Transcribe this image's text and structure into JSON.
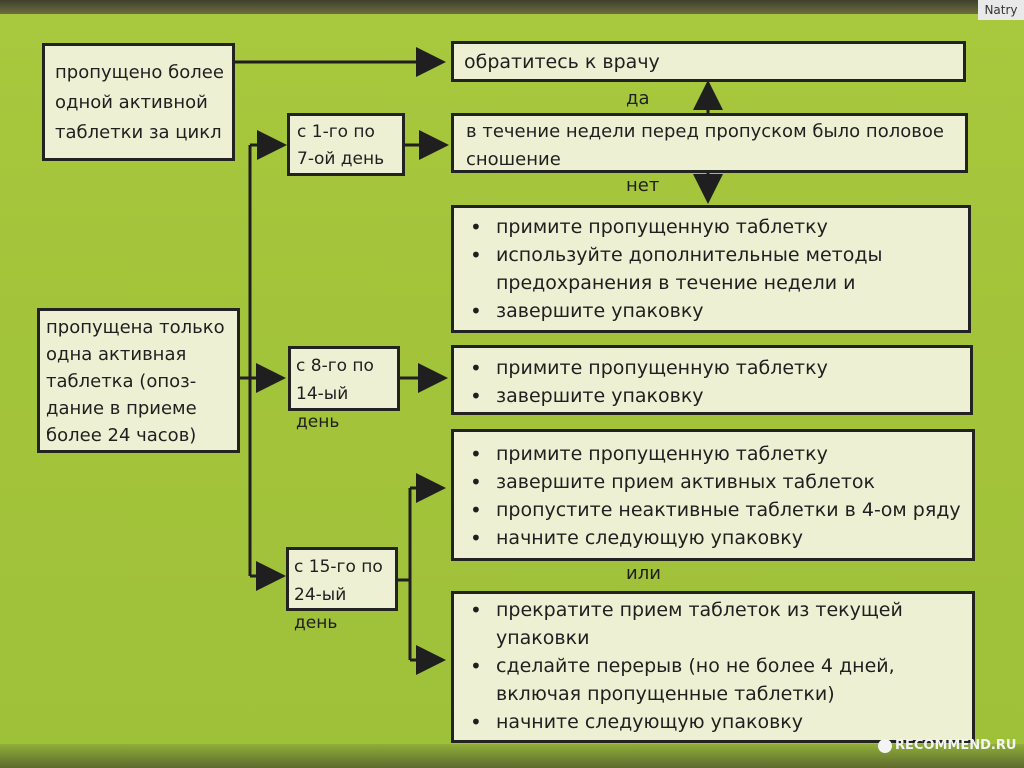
{
  "boxes": {
    "more_than_one": "пропущено более одной активной таблетки за цикл",
    "only_one": "пропущена только одна активная таблетка (опоз-дание в приеме более 24 часов)",
    "day_1_7": "с 1-го по 7-ой день",
    "day_8_14": "с 8-го по 14-ый день",
    "day_15_24": "с 15-го по 24-ый день",
    "see_doctor": "обратитесь к врачу",
    "intercourse": "в течение недели перед пропуском было половое сношение"
  },
  "labels": {
    "yes": "да",
    "no": "нет",
    "or": "или"
  },
  "lists": {
    "week1": [
      "примите пропущенную таблетку",
      "используйте дополнительные методы предохранения в течение недели и",
      "завершите упаковку"
    ],
    "week2": [
      "примите пропущенную таблетку",
      "завершите упаковку"
    ],
    "week3_a": [
      "примите пропущенную таблетку",
      "завершите прием активных таблеток",
      "пропустите неактивные таблетки в 4-ом ряду",
      "начните следующую упаковку"
    ],
    "week3_b": [
      "прекратите прием таблеток из текущей упаковки",
      "сделайте перерыв (но не более 4 дней, включая пропущенные таблетки)",
      "начните следующую упаковку"
    ]
  },
  "watermarks": {
    "badge": "Natry",
    "site": "RECOMMEND.RU"
  }
}
